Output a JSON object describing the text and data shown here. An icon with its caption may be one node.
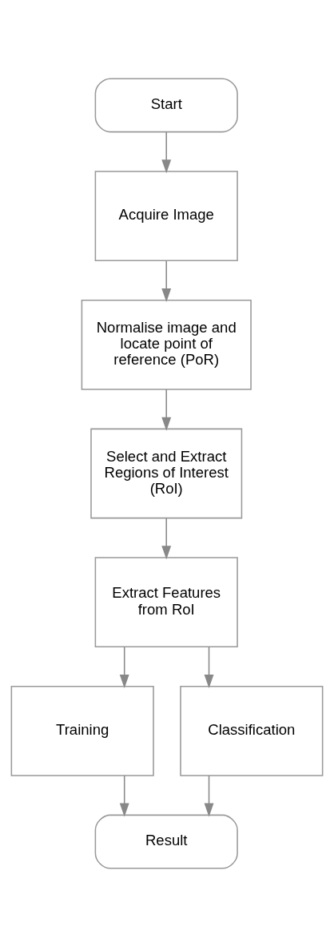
{
  "diagram": {
    "nodes": [
      {
        "text": [
          "Start"
        ]
      },
      {
        "text": [
          "Acquire Image"
        ]
      },
      {
        "text": [
          "Normalise image and locate point of reference (PoR)"
        ]
      },
      {
        "text": [
          "Select and Extract Regions of Interest (RoI)"
        ]
      },
      {
        "text": [
          "Extract Features from RoI"
        ]
      },
      {
        "text": [
          "Training"
        ]
      },
      {
        "text": [
          "Classification"
        ]
      },
      {
        "text": [
          "Result"
        ]
      }
    ],
    "edges": [
      {
        "from": 0,
        "to": 1,
        "arrow": "to"
      },
      {
        "from": 1,
        "to": 2,
        "arrow": "to"
      },
      {
        "from": 2,
        "to": 3,
        "arrow": "to"
      },
      {
        "from": 3,
        "to": 4,
        "arrow": "to"
      },
      {
        "from": 4,
        "to": 5,
        "arrow": "to"
      },
      {
        "from": 4,
        "to": 6,
        "arrow": "to"
      },
      {
        "from": 5,
        "to": 7,
        "arrow": "to"
      },
      {
        "from": 6,
        "to": 7,
        "arrow": "to"
      }
    ]
  }
}
